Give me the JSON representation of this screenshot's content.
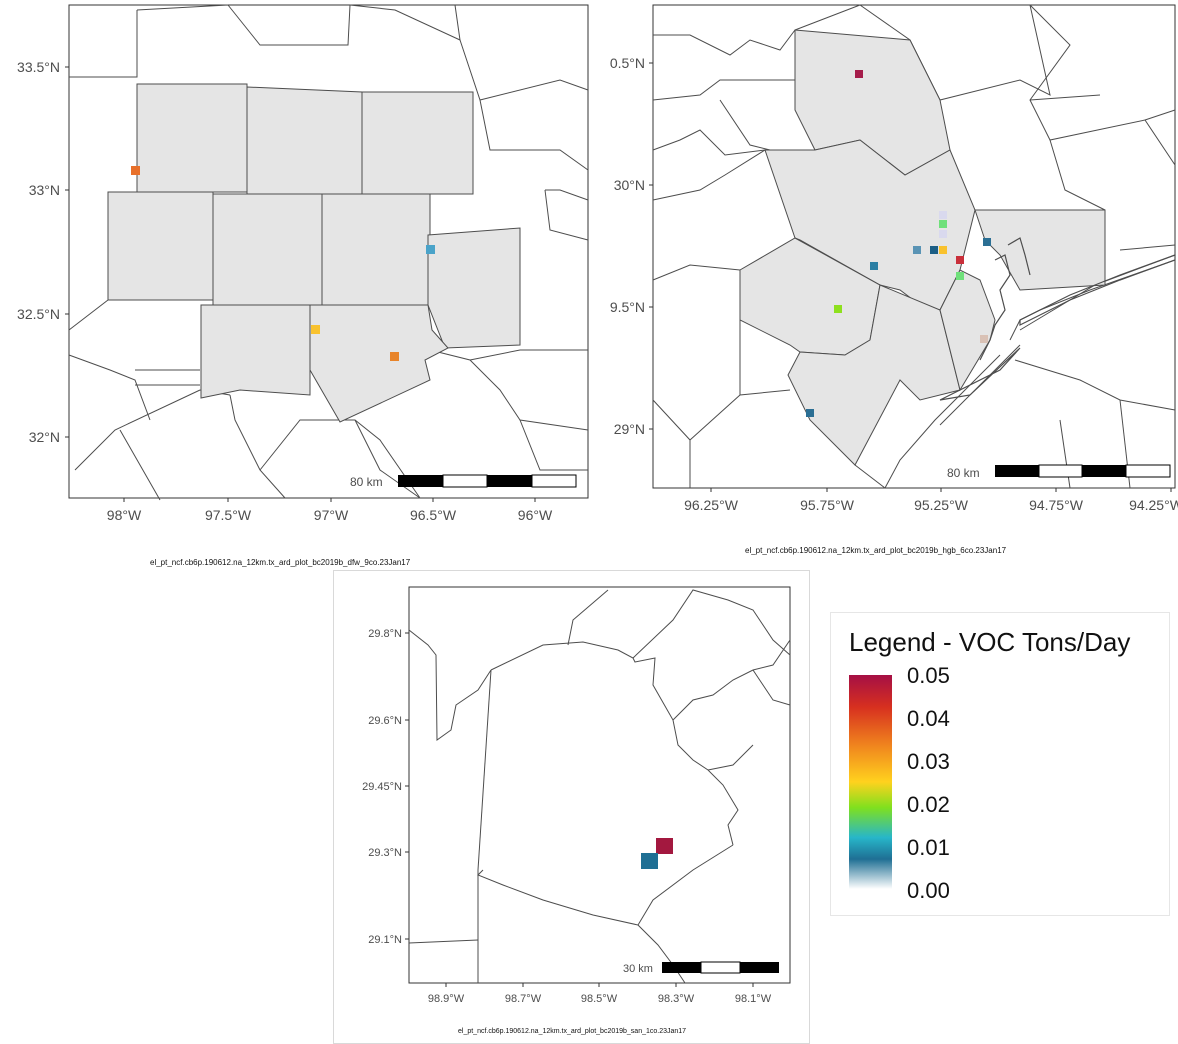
{
  "panels": [
    {
      "caption": "el_pt_ncf.cb6p.190612.na_12km.tx_ard_plot_bc2019b_dfw_9co.23Jan17",
      "scalebar_label": "80 km",
      "lat_ticks": [
        "33.5°N",
        "33°N",
        "32.5°N",
        "32°N"
      ],
      "lon_ticks": [
        "98°W",
        "97.5°W",
        "97°W",
        "96.5°W",
        "96°W"
      ],
      "points_color": [
        "#e8702a",
        "#4aa3c9",
        "#f9c22e",
        "#e8842a"
      ]
    },
    {
      "caption": "el_pt_ncf.cb6p.190612.na_12km.tx_ard_plot_bc2019b_hgb_6co.23Jan17",
      "scalebar_label": "80 km",
      "lat_ticks": [
        "0.5°N",
        "30°N",
        "9.5°N",
        "29°N"
      ],
      "lon_ticks": [
        "96.25°W",
        "95.75°W",
        "95.25°W",
        "94.75°W",
        "94.25°W"
      ]
    },
    {
      "caption": "el_pt_ncf.cb6p.190612.na_12km.tx_ard_plot_bc2019b_san_1co.23Jan17",
      "scalebar_label": "30 km",
      "lat_ticks": [
        "29.8°N",
        "29.6°N",
        "29.45°N",
        "29.3°N",
        "29.1°N"
      ],
      "lon_ticks": [
        "98.9°W",
        "98.7°W",
        "98.5°W",
        "98.3°W",
        "98.1°W"
      ]
    }
  ],
  "legend": {
    "title": "Legend - VOC Tons/Day",
    "labels": [
      "0.05",
      "0.04",
      "0.03",
      "0.02",
      "0.01",
      "0.00"
    ],
    "range": [
      0,
      0.05
    ]
  },
  "colors": {
    "county_fill": "#e5e5e5",
    "county_stroke": "#4d4d4d"
  }
}
